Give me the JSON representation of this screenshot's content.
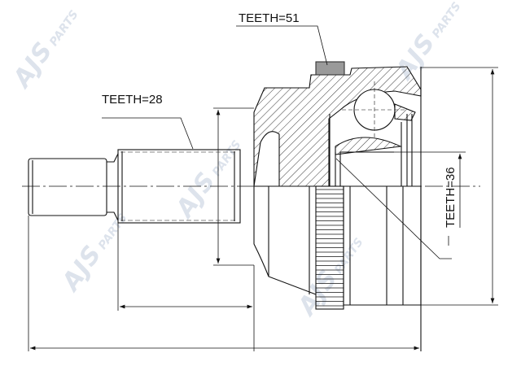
{
  "watermark": {
    "brand": "AJS",
    "sub": "PARTS"
  },
  "labels": {
    "outer_teeth": "TEETH=51",
    "shaft_teeth": "TEETH=28",
    "inner_teeth": "TEETH=36"
  },
  "colors": {
    "line": "#111111",
    "watermark": "#dde3ec",
    "abs_block": "#9a9a9a"
  }
}
